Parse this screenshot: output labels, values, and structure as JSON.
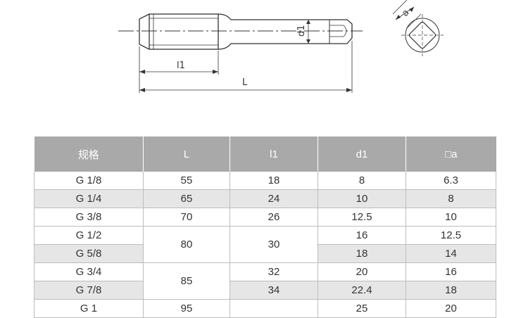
{
  "drawing": {
    "labels": {
      "length_total": "L",
      "length_thread": "l1",
      "shank_diameter": "d1",
      "square": "a"
    }
  },
  "table": {
    "headers": [
      "规格",
      "L",
      "l1",
      "d1",
      "□a"
    ],
    "rows": [
      {
        "size": "G 1/8",
        "L": "55",
        "l1": "18",
        "d1": "8",
        "a": "6.3"
      },
      {
        "size": "G 1/4",
        "L": "65",
        "l1": "24",
        "d1": "10",
        "a": "8"
      },
      {
        "size": "G 3/8",
        "L": "70",
        "l1": "26",
        "d1": "12.5",
        "a": "10"
      },
      {
        "size": "G 1/2",
        "L": "80",
        "l1": "30",
        "d1": "16",
        "a": "12.5"
      },
      {
        "size": "G 5/8",
        "L": "",
        "l1": "",
        "d1": "18",
        "a": "14"
      },
      {
        "size": "G 3/4",
        "L": "85",
        "l1": "32",
        "d1": "20",
        "a": "16"
      },
      {
        "size": "G 7/8",
        "L": "",
        "l1": "34",
        "d1": "22.4",
        "a": "18"
      },
      {
        "size": "G 1",
        "L": "95",
        "l1": "",
        "d1": "25",
        "a": "20"
      }
    ]
  }
}
